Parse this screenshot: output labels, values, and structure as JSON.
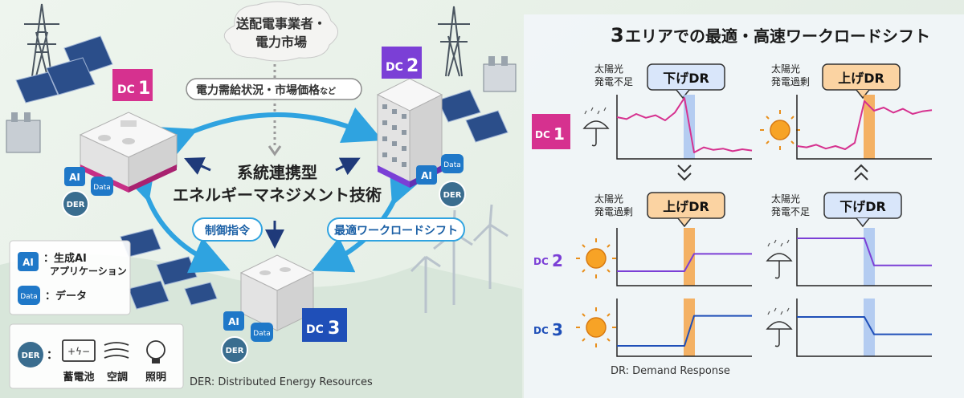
{
  "source": {
    "line1": "送配電事業者・",
    "line2": "電力市場"
  },
  "signal_label": "電力需給状況・市場価格",
  "signal_suffix": "など",
  "center": {
    "line1": "系統連携型",
    "line2": "エネルギーマネジメント技術"
  },
  "control_label": "制御指令",
  "shift_label": "最適ワークロードシフト",
  "dcs": {
    "dc1": {
      "prefix": "DC",
      "num": "1"
    },
    "dc2": {
      "prefix": "DC",
      "num": "2"
    },
    "dc3": {
      "prefix": "DC",
      "num": "3"
    }
  },
  "badges": {
    "ai": "AI",
    "data": "Data",
    "der": "DER"
  },
  "legend": {
    "ai_label_line1": "：生成AI",
    "ai_label_line2": "アプリケーション",
    "data_label": "：データ",
    "der_colon": "：",
    "battery": "蓄電池",
    "aircon": "空調",
    "lighting": "照明"
  },
  "der_footnote": "DER: Distributed Energy Resources",
  "panel": {
    "title_num": "3",
    "title_rest": "エリアでの最適・高速ワークロードシフト",
    "footnote": "DR: Demand Response",
    "weather": {
      "shortage_line1": "太陽光",
      "shortage_line2": "発電不足",
      "surplus_line1": "太陽光",
      "surplus_line2": "発電過剰"
    },
    "dr": {
      "down": "下げDR",
      "up": "上げDR"
    }
  },
  "colors": {
    "dc1": "#d6318f",
    "dc2": "#7b3fd6",
    "dc3": "#1f4fb8",
    "arrow": "#2fa3e0",
    "dr_orange": "#f5a54a",
    "dr_blue": "#a9c4f0"
  },
  "chart_data": [
    {
      "type": "line",
      "name": "DC1 cloudy (下げDR)",
      "x": [
        0,
        1,
        2,
        3,
        4,
        5,
        6,
        7,
        8,
        9,
        10,
        11,
        12,
        13,
        14
      ],
      "values": [
        0.65,
        0.62,
        0.7,
        0.64,
        0.68,
        0.6,
        0.72,
        0.95,
        0.1,
        0.18,
        0.14,
        0.16,
        0.12,
        0.15,
        0.13
      ],
      "dr_at": 7.5
    },
    {
      "type": "line",
      "name": "DC1 sunny (上げDR)",
      "x": [
        0,
        1,
        2,
        3,
        4,
        5,
        6,
        7,
        8,
        9,
        10,
        11,
        12,
        13,
        14
      ],
      "values": [
        0.2,
        0.18,
        0.22,
        0.16,
        0.2,
        0.15,
        0.25,
        0.9,
        0.75,
        0.8,
        0.72,
        0.78,
        0.7,
        0.74,
        0.76
      ],
      "dr_at": 7.5
    },
    {
      "type": "line",
      "name": "DC2 sunny (上げDR)",
      "x": [
        0,
        1,
        2,
        3,
        4,
        5,
        6,
        7,
        8,
        9,
        10,
        11,
        12,
        13,
        14
      ],
      "values": [
        0.25,
        0.25,
        0.25,
        0.25,
        0.25,
        0.25,
        0.25,
        0.25,
        0.55,
        0.55,
        0.55,
        0.55,
        0.55,
        0.55,
        0.55
      ],
      "dr_at": 7.5
    },
    {
      "type": "line",
      "name": "DC2 rainy (下げDR)",
      "x": [
        0,
        1,
        2,
        3,
        4,
        5,
        6,
        7,
        8,
        9,
        10,
        11,
        12,
        13,
        14
      ],
      "values": [
        0.82,
        0.82,
        0.82,
        0.82,
        0.82,
        0.82,
        0.82,
        0.82,
        0.35,
        0.35,
        0.35,
        0.35,
        0.35,
        0.35,
        0.35
      ],
      "dr_at": 7.5
    },
    {
      "type": "line",
      "name": "DC3 sunny (上げDR)",
      "x": [
        0,
        1,
        2,
        3,
        4,
        5,
        6,
        7,
        8,
        9,
        10,
        11,
        12,
        13,
        14
      ],
      "values": [
        0.18,
        0.18,
        0.18,
        0.18,
        0.18,
        0.18,
        0.18,
        0.18,
        0.7,
        0.7,
        0.7,
        0.7,
        0.7,
        0.7,
        0.7
      ],
      "dr_at": 7.5
    },
    {
      "type": "line",
      "name": "DC3 rainy (下げDR)",
      "x": [
        0,
        1,
        2,
        3,
        4,
        5,
        6,
        7,
        8,
        9,
        10,
        11,
        12,
        13,
        14
      ],
      "values": [
        0.68,
        0.68,
        0.68,
        0.68,
        0.68,
        0.68,
        0.68,
        0.68,
        0.38,
        0.38,
        0.38,
        0.38,
        0.38,
        0.38,
        0.38
      ],
      "dr_at": 7.5
    }
  ]
}
